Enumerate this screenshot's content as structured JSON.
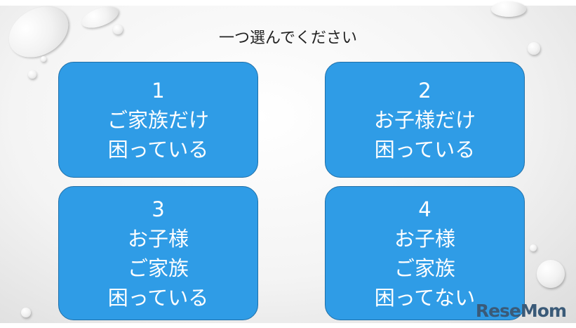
{
  "title": "一つ選んでください",
  "options": [
    {
      "number": "1",
      "lines": [
        "ご家族だけ",
        "困っている"
      ]
    },
    {
      "number": "2",
      "lines": [
        "お子様だけ",
        "困っている"
      ]
    },
    {
      "number": "3",
      "lines": [
        "お子様",
        "ご家族",
        "困っている"
      ]
    },
    {
      "number": "4",
      "lines": [
        "お子様",
        "ご家族",
        "困ってない"
      ]
    }
  ],
  "watermark": "ReseMom",
  "colors": {
    "box": "#2f9ce6",
    "box_border": "#1f6fa8"
  }
}
